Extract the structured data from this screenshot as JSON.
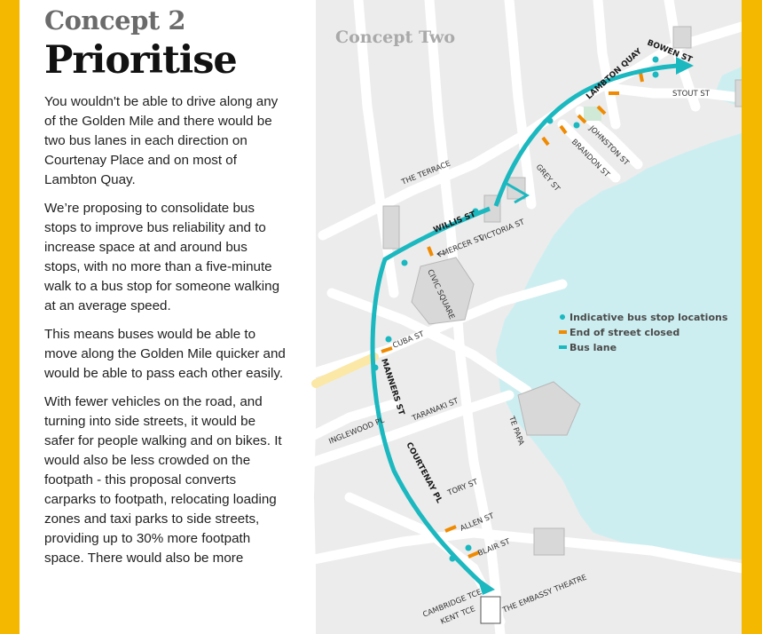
{
  "header": {
    "eyebrow": "Concept 2",
    "title": "Prioritise"
  },
  "body": {
    "paragraphs": [
      "You wouldn't be able to drive along any of the Golden Mile and there would be two bus lanes in each direction on Courtenay Place and on most of Lambton Quay.",
      "We’re proposing to consolidate bus stops to improve bus reliability and to increase space at and around bus stops, with no more than a five-minute walk to a bus stop for someone walking at an average speed.",
      "This means buses would be able to move along the Golden Mile quicker and would be able to pass each other easily.",
      "With fewer vehicles on the road, and turning into side streets, it would be safer for people walking and on bikes.  It would also be less crowded on the footpath - this proposal converts carparks to footpath, relocating loading zones and taxi parks to side streets, providing up to 30% more footpath space. There would also be more"
    ]
  },
  "map": {
    "title": "Concept Two",
    "streets": {
      "bowen": "BOWEN ST",
      "lambton": "LAMBTON QUAY",
      "stout": "STOUT ST",
      "johnston": "JOHNSTON ST",
      "brandon": "BRANDON ST",
      "grey": "GREY ST",
      "terrace": "THE TERRACE",
      "willis": "WILLIS ST",
      "victoria": "VICTORIA ST",
      "mercer": "MERCER ST",
      "civic": "CIVIC SQUARE",
      "cuba": "CUBA ST",
      "manners": "MANNERS ST",
      "inglewood": "INGLEWOOD PL",
      "taranaki": "TARANAKI ST",
      "tepapa": "TE PAPA",
      "courtenay": "COURTENAY PL",
      "tory": "TORY ST",
      "allen": "ALLEN ST",
      "blair": "BLAIR ST",
      "cambridge": "CAMBRIDGE TCE",
      "kent": "KENT TCE",
      "embassy": "THE EMBASSY THEATRE"
    },
    "legend": {
      "bus_stop": "Indicative bus stop locations",
      "street_closed": "End of street closed",
      "bus_lane": "Bus lane"
    },
    "colors": {
      "bus_lane": "#1bb8c0",
      "street_closed": "#f08a00",
      "water": "#cdeef0",
      "land": "#ececec",
      "road": "#ffffff",
      "frame": "#f5b800"
    },
    "icons": {
      "mercer_arrow": "arrow-left-icon",
      "route_end": "arrow-head-icon"
    }
  }
}
